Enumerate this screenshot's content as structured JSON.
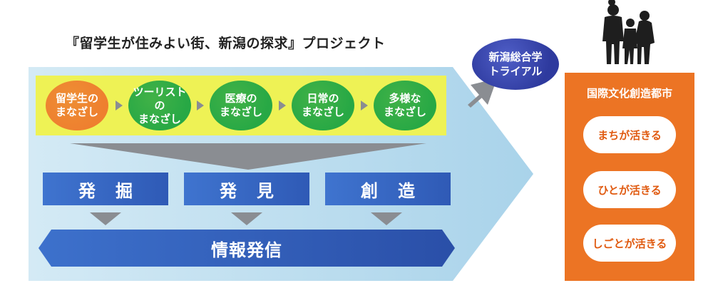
{
  "title": "『留学生が住みよい街、新潟の探求』プロジェクト",
  "stages": [
    {
      "label": "留学生の\nまなざし",
      "color": "#ee7f2f"
    },
    {
      "label": "ツーリストの\nまなざし",
      "color": "#27a845"
    },
    {
      "label": "医療の\nまなざし",
      "color": "#27a845"
    },
    {
      "label": "日常の\nまなざし",
      "color": "#27a845"
    },
    {
      "label": "多様な\nまなざし",
      "color": "#27a845"
    }
  ],
  "processes": [
    "発掘",
    "発見",
    "創造"
  ],
  "output_banner": "情報発信",
  "trial": "新潟総合学\nトライアル",
  "city": {
    "title": "国際文化創造都市",
    "items": [
      "まちが活きる",
      "ひとが活きる",
      "しごとが活きる"
    ]
  },
  "colors": {
    "arrow_bg": "#b8dcee",
    "stage_band": "#eef255",
    "process_blue": "#3466c2",
    "banner_blue": "#2d57b3",
    "trial_blue": "#3240a6",
    "city_orange": "#ec7424",
    "connector_gray": "#8a8d92"
  },
  "icons": [
    "family-silhouette-icon",
    "chevron-right-icon",
    "arrow-up-right-icon"
  ]
}
